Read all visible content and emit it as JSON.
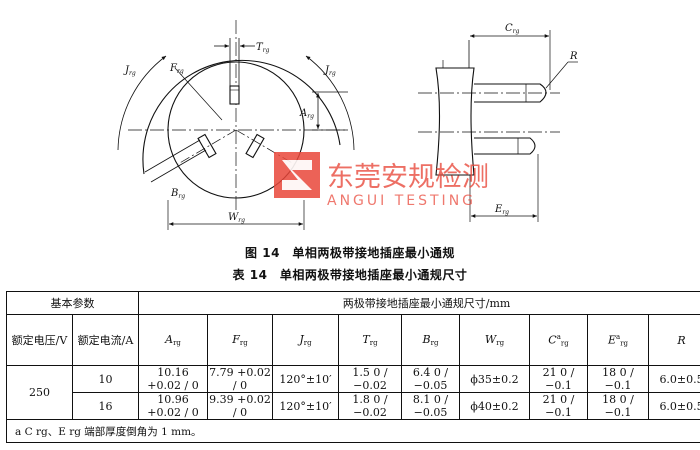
{
  "drawing": {
    "labels": {
      "c": "C",
      "c_sub": "rg",
      "r": "R",
      "t": "T",
      "t_sub": "rg",
      "f": "F",
      "f_sub": "rg",
      "j_left": "J",
      "j_left_sub": "rg",
      "j_right": "J",
      "j_right_sub": "rg",
      "a": "A",
      "a_sub": "rg",
      "b": "B",
      "b_sub": "rg",
      "w": "W",
      "w_sub": "rg",
      "e": "E",
      "e_sub": "rg"
    }
  },
  "watermark": {
    "title": "东莞安规检测",
    "subtitle": "ANGUI TESTING",
    "brand_color": "#e8473a"
  },
  "figure_caption": "图 14　单相两极带接地插座最小通规",
  "table_caption": "表 14　单相两极带接地插座最小通规尺寸",
  "table": {
    "group_header": "基本参数",
    "dims_header": "两极带接地插座最小通规尺寸/mm",
    "rated_voltage": "额定电压/V",
    "rated_current": "额定电流/A",
    "columns": [
      {
        "sym": "A",
        "sub": "rg"
      },
      {
        "sym": "F",
        "sub": "rg"
      },
      {
        "sym": "J",
        "sub": "rg"
      },
      {
        "sym": "T",
        "sub": "rg"
      },
      {
        "sym": "B",
        "sub": "rg"
      },
      {
        "sym": "W",
        "sub": "rg"
      },
      {
        "sym": "C",
        "sub": "rg",
        "sup": "a"
      },
      {
        "sym": "E",
        "sub": "rg",
        "sup": "a"
      },
      {
        "sym": "R",
        "sub": ""
      }
    ],
    "voltage": "250",
    "rows": [
      {
        "current": "10",
        "cells": [
          "10.16 +0.02 / 0",
          "7.79 +0.02 / 0",
          "120°±10′",
          "1.5 0 / −0.02",
          "6.4 0 / −0.05",
          "ϕ35±0.2",
          "21 0 / −0.1",
          "18 0 / −0.1",
          "6.0±0.5"
        ]
      },
      {
        "current": "16",
        "cells": [
          "10.96 +0.02 / 0",
          "9.39 +0.02 / 0",
          "120°±10′",
          "1.8 0 / −0.02",
          "8.1 0 / −0.05",
          "ϕ40±0.2",
          "21 0 / −0.1",
          "18 0 / −0.1",
          "6.0±0.5"
        ]
      }
    ],
    "footnote": "a C rg、E rg 端部厚度倒角为 1 mm。"
  }
}
